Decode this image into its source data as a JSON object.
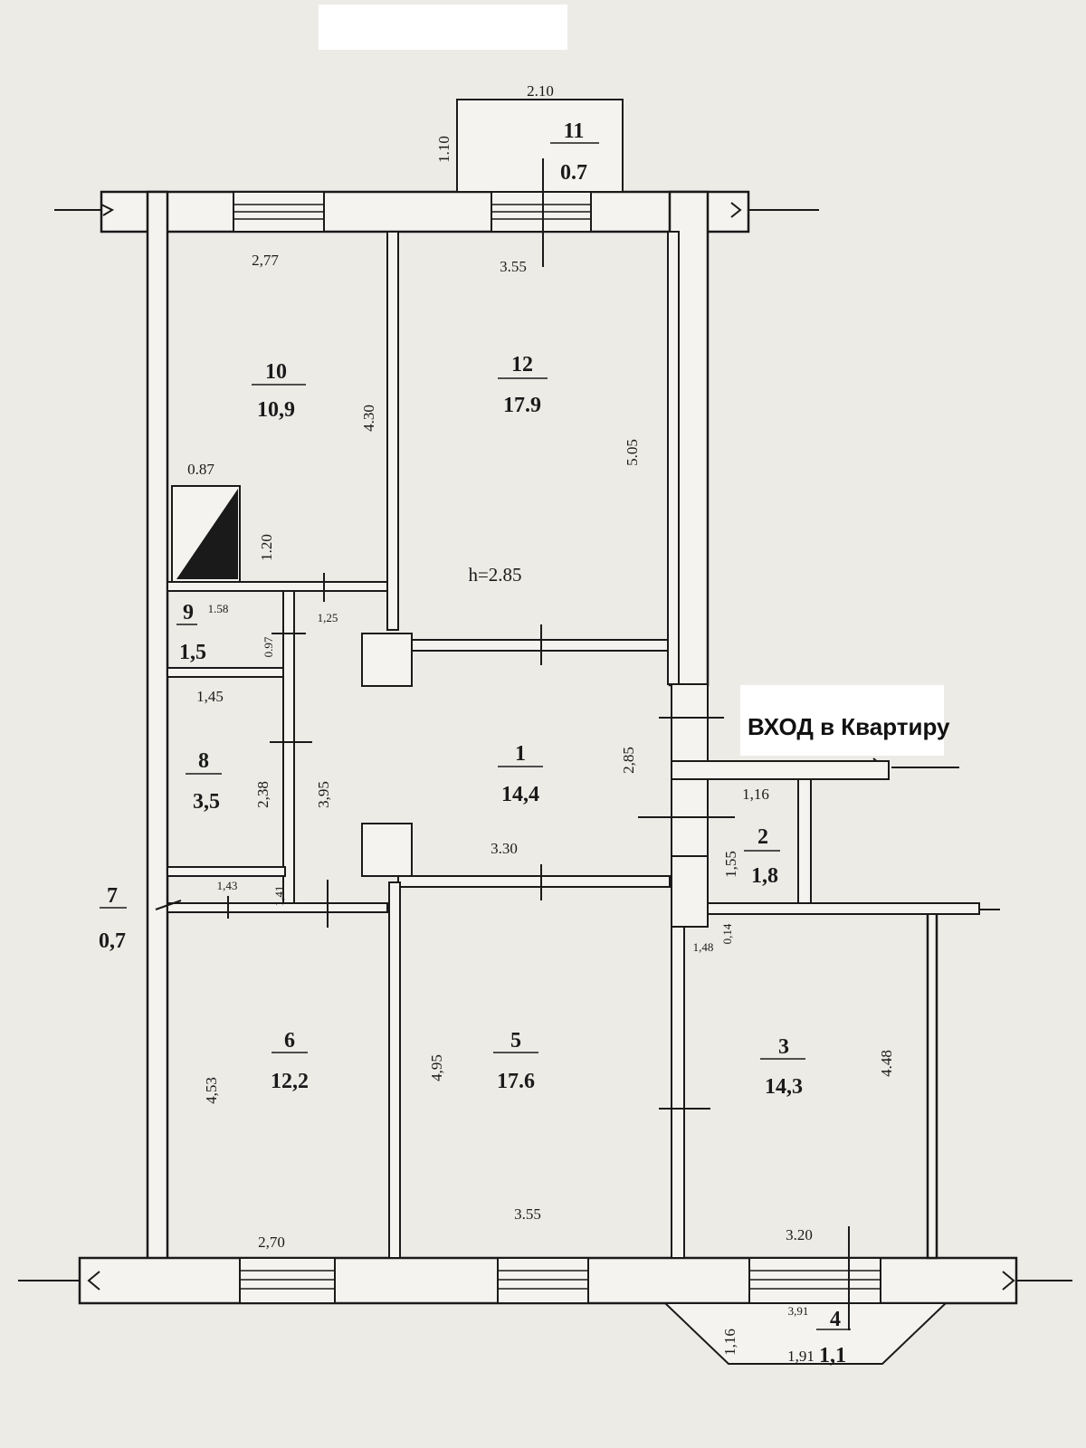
{
  "entrance_label": "ВХОД в Квартиру",
  "height_label": "h=2.85",
  "rooms": [
    {
      "id": "room-1",
      "num": "1",
      "area": "14,4"
    },
    {
      "id": "room-2",
      "num": "2",
      "area": "1,8"
    },
    {
      "id": "room-3",
      "num": "3",
      "area": "14,3"
    },
    {
      "id": "room-4",
      "num": "4",
      "area": "1,1"
    },
    {
      "id": "room-5",
      "num": "5",
      "area": "17.6"
    },
    {
      "id": "room-6",
      "num": "6",
      "area": "12,2"
    },
    {
      "id": "room-7",
      "num": "7",
      "area": "0,7"
    },
    {
      "id": "room-8",
      "num": "8",
      "area": "3,5"
    },
    {
      "id": "room-9",
      "num": "9",
      "area": "1,5"
    },
    {
      "id": "room-10",
      "num": "10",
      "area": "10,9"
    },
    {
      "id": "room-11",
      "num": "11",
      "area": "0.7"
    },
    {
      "id": "room-12",
      "num": "12",
      "area": "17.9"
    }
  ],
  "dimensions": [
    "2.10",
    "1.10",
    "2,77",
    "3.55",
    "4.30",
    "5.05",
    "0.87",
    "1.20",
    "1.58",
    "1,25",
    "0.97",
    "1,45",
    "2,38",
    "3,95",
    "2,85",
    "1,16",
    "1,55",
    "3.30",
    "1,43",
    "1,41",
    "0,14",
    "1,48",
    "4,95",
    "4,53",
    "4.48",
    "3.55",
    "2,70",
    "3.20",
    "3,91",
    "1,16",
    "1,91"
  ]
}
